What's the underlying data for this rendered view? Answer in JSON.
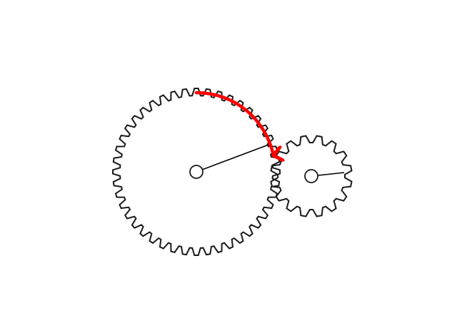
{
  "colors": {
    "background": "#ffffff",
    "gear_stroke": "#1a1a1a",
    "hub_fill": "#ffffff",
    "rotation_arrow": "#ff0000"
  },
  "gears": [
    {
      "id": "large-gear",
      "teeth": 44
    },
    {
      "id": "small-gear",
      "teeth": 16
    }
  ],
  "icons": {
    "rotation_arrow": "curved-arrow-icon"
  }
}
